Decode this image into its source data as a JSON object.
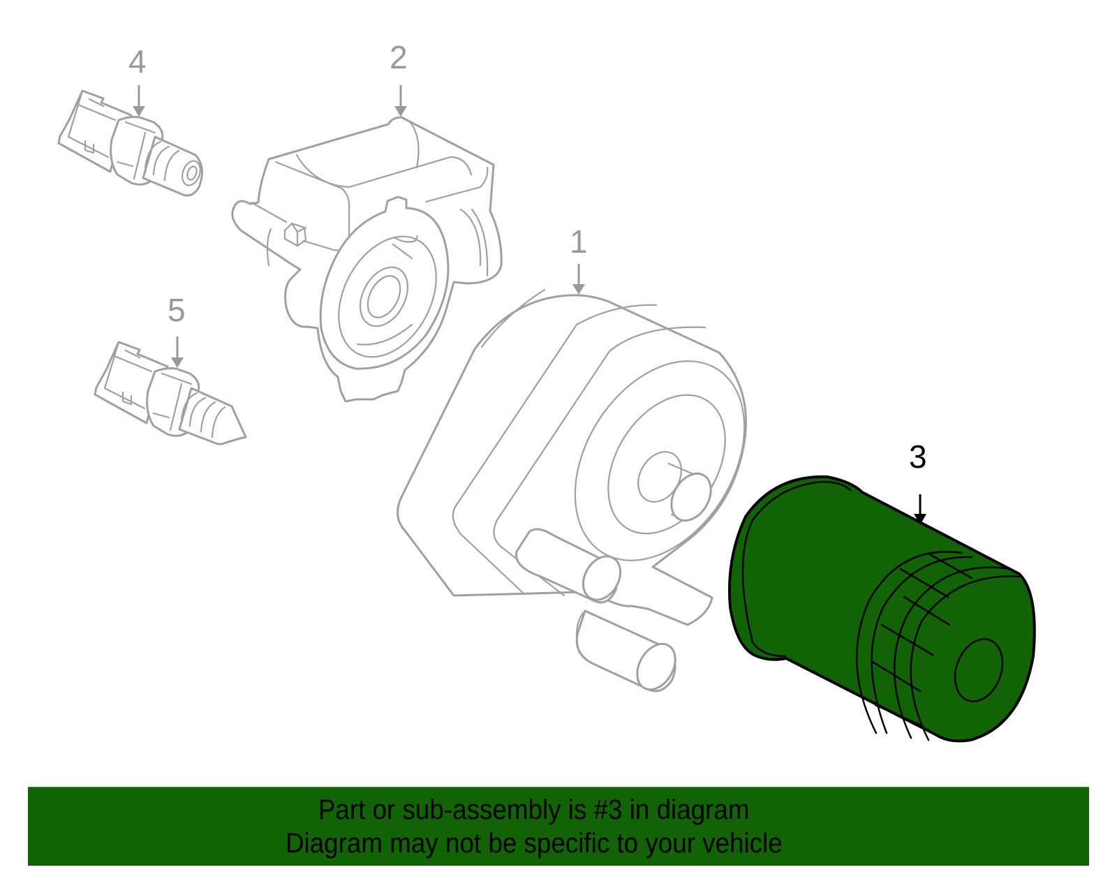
{
  "diagram": {
    "title": "Oil filter / oil cooler assembly exploded diagram",
    "highlight_color": "#116306",
    "line_color": "#a0a0a0",
    "callouts": [
      {
        "id": "1",
        "label": "1",
        "part": "oil cooler",
        "highlighted": false
      },
      {
        "id": "2",
        "label": "2",
        "part": "oil filter housing / adapter",
        "highlighted": false
      },
      {
        "id": "3",
        "label": "3",
        "part": "oil filter",
        "highlighted": true
      },
      {
        "id": "4",
        "label": "4",
        "part": "oil pressure sensor",
        "highlighted": false
      },
      {
        "id": "5",
        "label": "5",
        "part": "temperature sensor",
        "highlighted": false
      }
    ]
  },
  "banner": {
    "line1": "Part or sub-assembly is #3 in diagram",
    "line2": "Diagram may not be specific to your vehicle",
    "background": "#116306"
  }
}
